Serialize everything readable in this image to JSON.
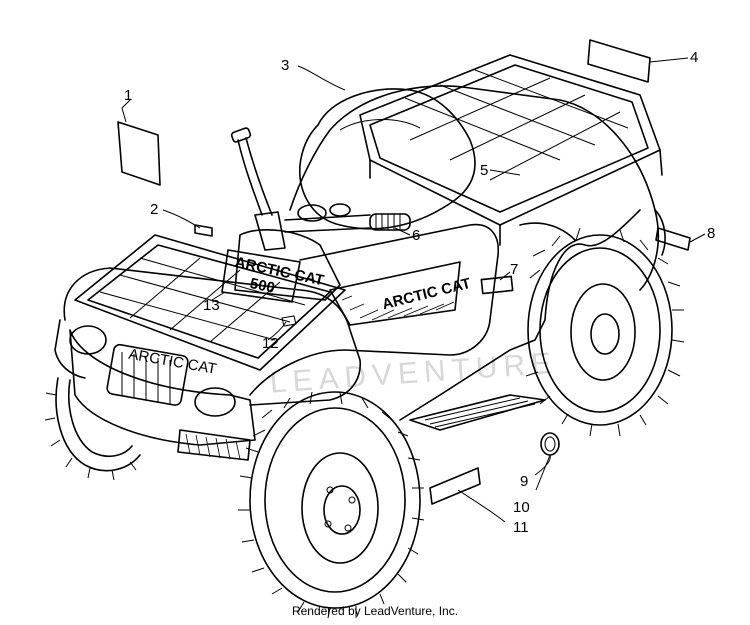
{
  "diagram": {
    "callouts": [
      {
        "id": "1",
        "label": "1"
      },
      {
        "id": "2",
        "label": "2"
      },
      {
        "id": "3",
        "label": "3"
      },
      {
        "id": "4",
        "label": "4"
      },
      {
        "id": "5",
        "label": "5"
      },
      {
        "id": "6",
        "label": "6"
      },
      {
        "id": "7",
        "label": "7"
      },
      {
        "id": "8",
        "label": "8"
      },
      {
        "id": "9",
        "label": "9"
      },
      {
        "id": "10",
        "label": "10"
      },
      {
        "id": "11",
        "label": "11"
      },
      {
        "id": "12",
        "label": "12"
      },
      {
        "id": "13",
        "label": "13"
      }
    ],
    "decals": {
      "side_brand": "ARCTIC CAT",
      "hood_brand": "ARCTIC CAT",
      "hood_model": "500",
      "grille_brand": "ARCTIC CAT"
    },
    "watermark": "LEADVENTURE"
  },
  "footer": {
    "credit": "Rendered by LeadVenture, Inc."
  }
}
